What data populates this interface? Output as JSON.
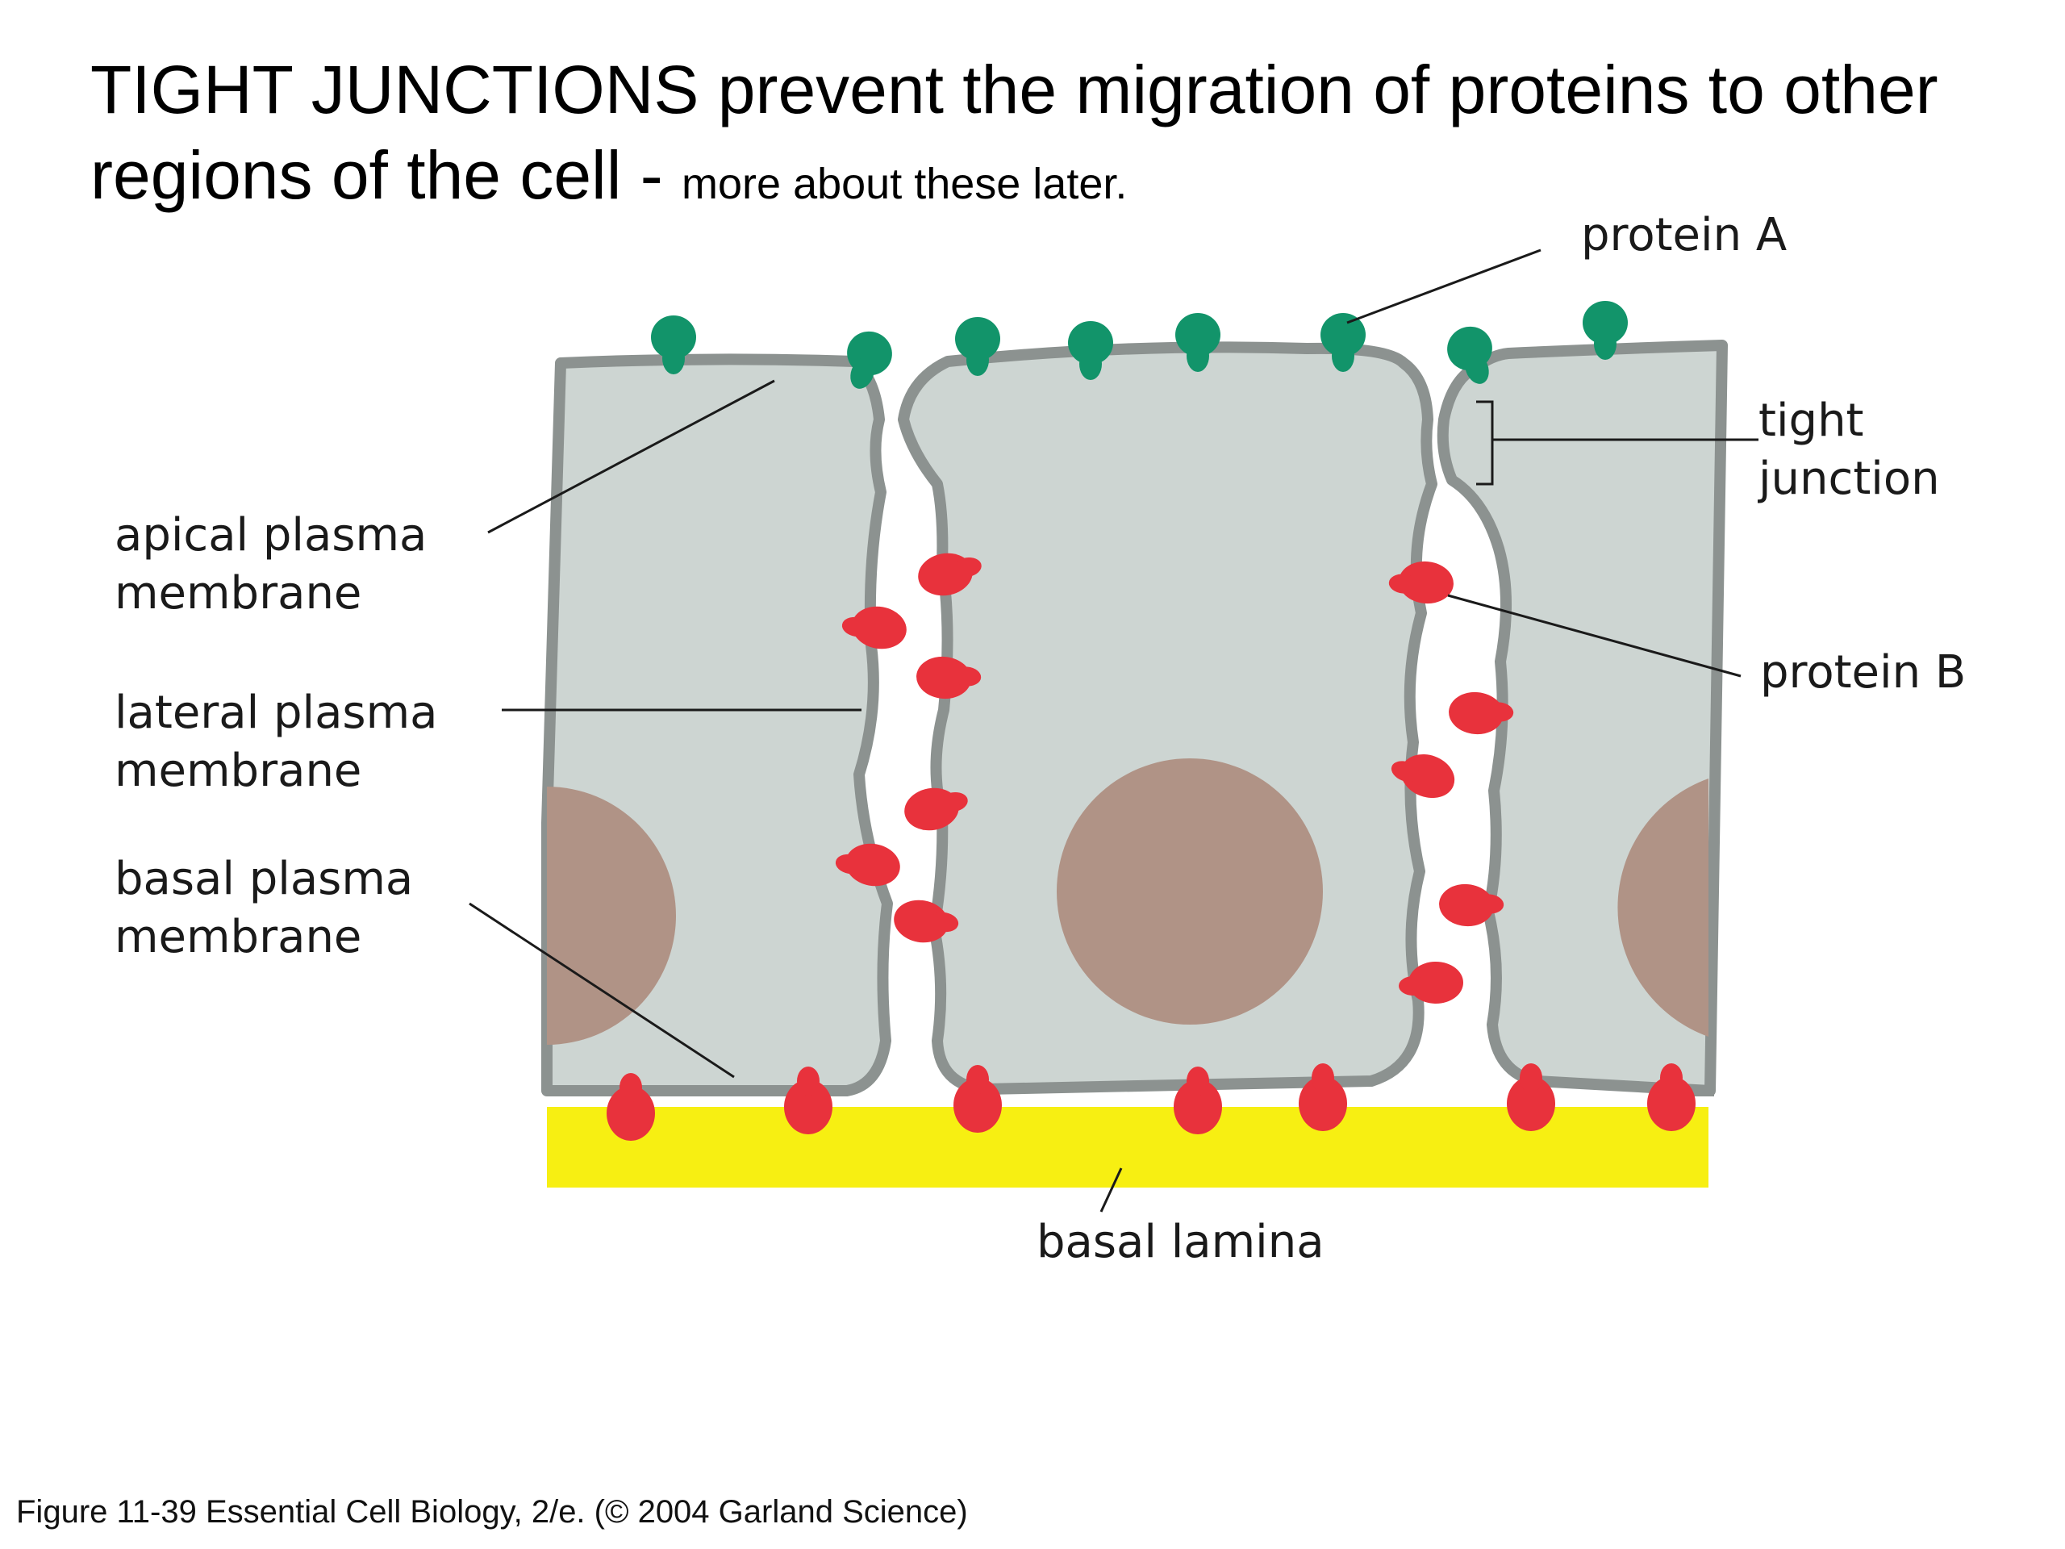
{
  "title": {
    "main": "TIGHT JUNCTIONS prevent the migration of proteins to other regions of the cell - ",
    "small": "more about these later."
  },
  "labels": {
    "protein_a": "protein A",
    "tight_junction_1": "tight",
    "tight_junction_2": "junction",
    "apical_1": "apical plasma",
    "apical_2": "membrane",
    "lateral_1": "lateral plasma",
    "lateral_2": "membrane",
    "basal_1": "basal plasma",
    "basal_2": "membrane",
    "protein_b": "protein B",
    "basal_lamina": "basal lamina"
  },
  "caption": "Figure 11-39  Essential Cell Biology, 2/e. (© 2004 Garland Science)",
  "colors": {
    "cytoplasm": "#cdd5d2",
    "membrane": "#8c9290",
    "nucleus": "#b09386",
    "protein_a": "#12946a",
    "protein_b": "#e8323c",
    "basal_lamina": "#f7ef12"
  }
}
